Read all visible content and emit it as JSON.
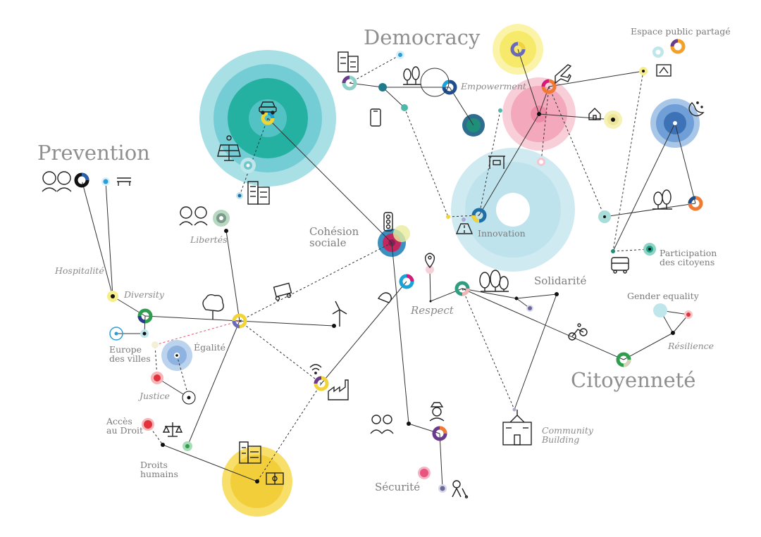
{
  "labels": {
    "democracy": "Democracy",
    "prevention": "Prevention",
    "citoyennete": "Citoyenneté",
    "cohesion_line1": "Cohésion",
    "cohesion_line2": "sociale",
    "solidarite": "Solidarité",
    "securite": "Sécurité",
    "empowerment": "Empowerment",
    "innovation": "Innovation",
    "espace_public": "Espace public partagé",
    "participation_line1": "Participation",
    "participation_line2": "des citoyens",
    "gender_equality": "Gender equality",
    "resilience": "Résilience",
    "respect": "Respect",
    "community_line1": "Community",
    "community_line2": "Building",
    "libertes": "Libertés",
    "hospitalite": "Hospitalité",
    "diversity": "Diversity",
    "europe_line1": "Europe",
    "europe_line2": "des villes",
    "egalite": "Égalité",
    "justice": "Justice",
    "acces_line1": "Accès",
    "acces_line2": "au Droit",
    "droits_line1": "Droits",
    "droits_line2": "humains"
  },
  "colors": {
    "teal": "#20b2a6",
    "cyan": "#9ad8e2",
    "pink": "#e8547e",
    "magenta": "#d6197a",
    "yellow": "#f2d438",
    "blue": "#3f73b8",
    "green": "#2e9e4e",
    "orange": "#ee7a33",
    "purple": "#6a3a8c",
    "red": "#e2323c",
    "gray": "#9a9aa6"
  }
}
